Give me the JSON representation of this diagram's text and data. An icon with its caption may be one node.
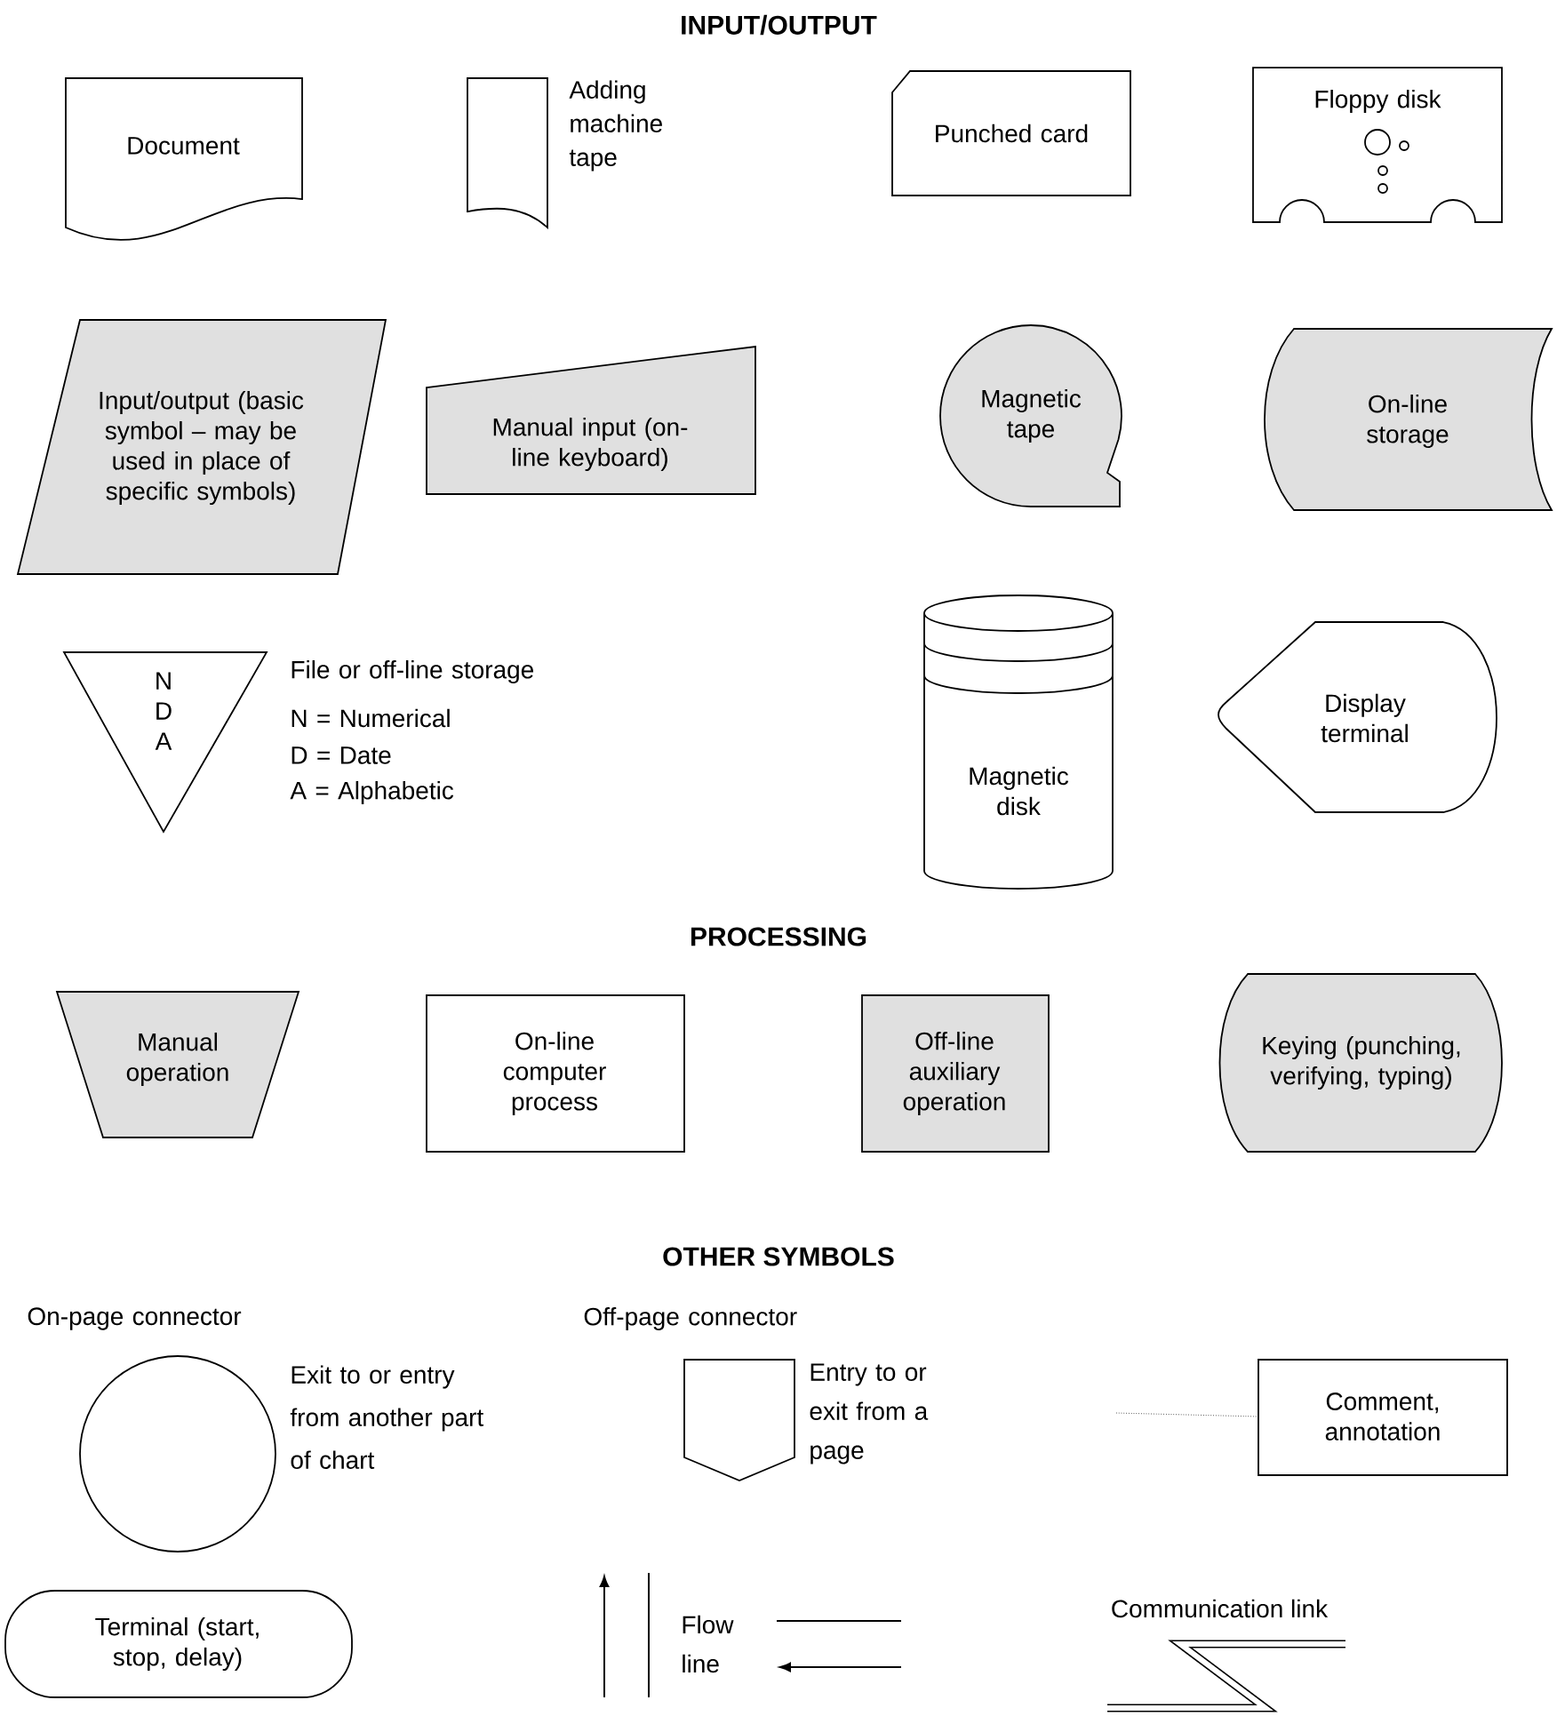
{
  "diagram": {
    "nodes": [
      {
        "text": [
          "Document"
        ]
      },
      {
        "text": [],
        "shape": "box",
        "beside": [
          "Adding machine tape"
        ]
      },
      {
        "text": [
          "Punched card"
        ]
      },
      {
        "text": [
          "Floppy disk"
        ]
      },
      {
        "text": [
          "Input/output (basic symbol – may be used in place of specific symbols)"
        ]
      },
      {
        "text": [
          "Manual input (on-line keyboard)"
        ]
      },
      {
        "text": [
          "Magnetic tape"
        ]
      },
      {
        "text": [
          "On-line storage"
        ]
      },
      {
        "text": [
          "N D A"
        ],
        "beside": [
          "File or off-line storage",
          "N = Numerical",
          "D = Date",
          "A = Alphabetic"
        ]
      },
      {
        "text": [
          "Magnetic disk"
        ]
      },
      {
        "text": [
          "Display terminal"
        ]
      },
      {
        "text": [
          "Manual operation"
        ]
      },
      {
        "text": [
          "On-line computer process"
        ]
      },
      {
        "text": [
          "Off-line auxiliary operation"
        ]
      },
      {
        "text": [
          "Keying (punching, verifying, typing)"
        ]
      },
      {
        "text": [],
        "shape": "circle",
        "beside": [
          "On-page connector",
          "Exit to or entry from another part of chart"
        ]
      },
      {
        "text": [],
        "shape": "pentagon",
        "beside": [
          "Off-page connector",
          "Entry to or exit from a page"
        ]
      },
      {
        "text": [
          "Comment, annotation"
        ]
      },
      {
        "text": [
          "Terminal (start, stop, delay)"
        ]
      }
    ],
    "edges": [
      {
        "from": null,
        "to": 17,
        "arrow": "none",
        "style": "dashed"
      }
    ],
    "labels": [
      "INPUT/OUTPUT",
      "PROCESSING",
      "OTHER SYMBOLS",
      "Flow line",
      "Communication link"
    ]
  }
}
